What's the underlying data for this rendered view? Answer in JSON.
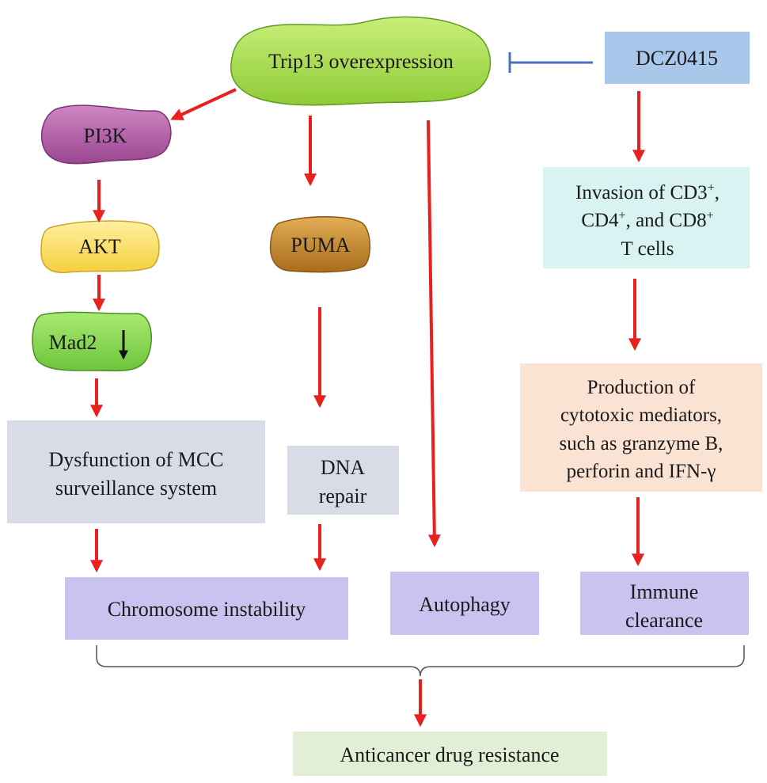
{
  "nodes": {
    "trip13": "Trip13 overexpression",
    "dcz": "DCZ0415",
    "pi3k": "PI3K",
    "akt": "AKT",
    "mad2": "Mad2",
    "puma": "PUMA",
    "invasion": [
      "Invasion of CD3",
      "CD4",
      ", and CD8",
      "T cells"
    ],
    "invasion_sup": "+",
    "mcc": [
      "Dysfunction of MCC",
      "surveillance system"
    ],
    "dna": [
      "DNA",
      "repair"
    ],
    "production": [
      "Production of",
      "cytotoxic mediators,",
      "such as granzyme B,",
      "perforin and IFN-γ"
    ],
    "chromosome": "Chromosome instability",
    "autophagy": "Autophagy",
    "immune": [
      "Immune",
      "clearance"
    ],
    "resistance": "Anticancer drug resistance"
  },
  "colors": {
    "arrow": "#e8201e",
    "inhibit": "#4a72b8",
    "trip13_fill": "#a4dd4a",
    "pi3k_fill": "#b45aa6",
    "akt_fill": "#fde067",
    "mad2_fill": "#86d84d",
    "puma_fill": "#c58a2c",
    "dcz_fill": "#a8c7ea",
    "invasion_fill": "#d9f2f2",
    "production_fill": "#fbe3d3",
    "gray_fill": "#d8dce6",
    "outcome_fill": "#c8c3ef",
    "resistance_fill": "#e2efd7"
  }
}
